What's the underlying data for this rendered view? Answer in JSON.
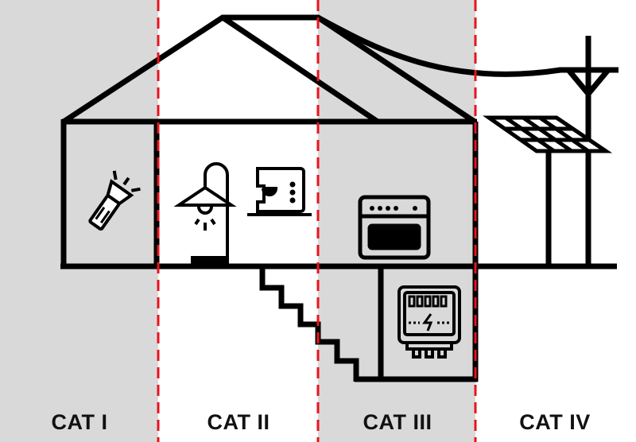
{
  "categories": [
    {
      "label": "CAT I",
      "shaded": true
    },
    {
      "label": "CAT II",
      "shaded": false
    },
    {
      "label": "CAT III",
      "shaded": true
    },
    {
      "label": "CAT IV",
      "shaded": false
    }
  ],
  "colors": {
    "shade": "#d9d9d9",
    "divider": "#e8141c",
    "line": "#000000"
  }
}
